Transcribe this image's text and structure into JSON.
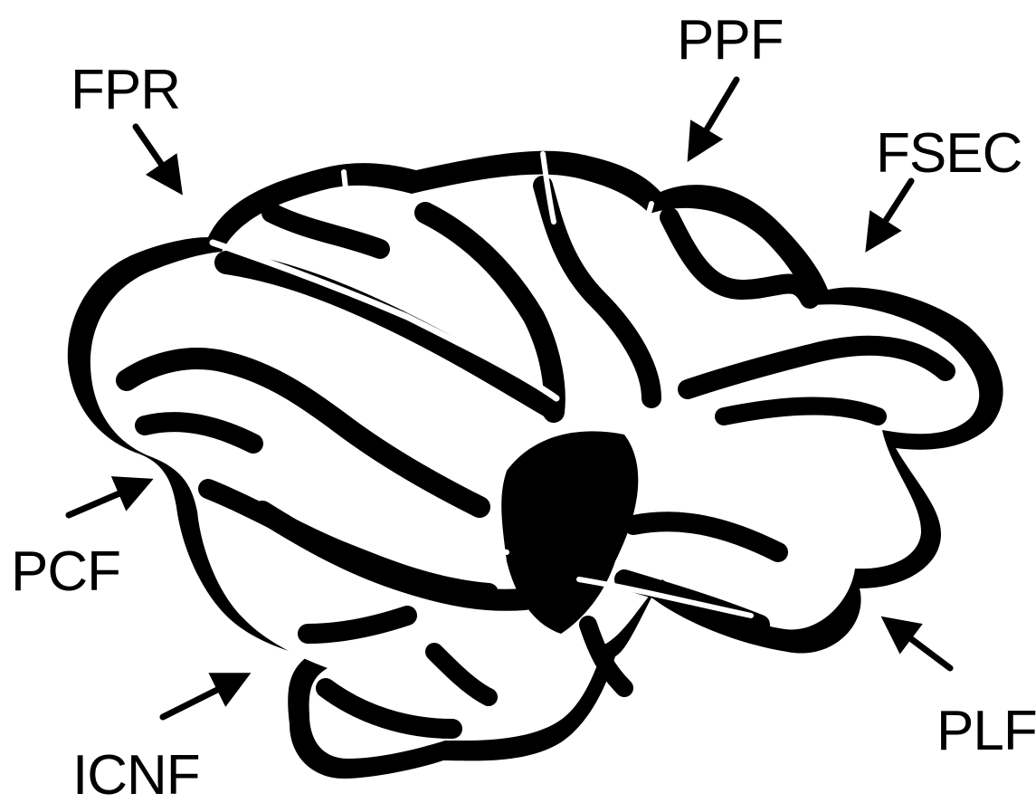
{
  "labels": {
    "fpr": "FPR",
    "ppf": "PPF",
    "fsec": "FSEC",
    "pcf": "PCF",
    "icnf": "ICNF",
    "plf": "PLF"
  },
  "colors": {
    "ink": "#000000",
    "paper": "#ffffff"
  }
}
